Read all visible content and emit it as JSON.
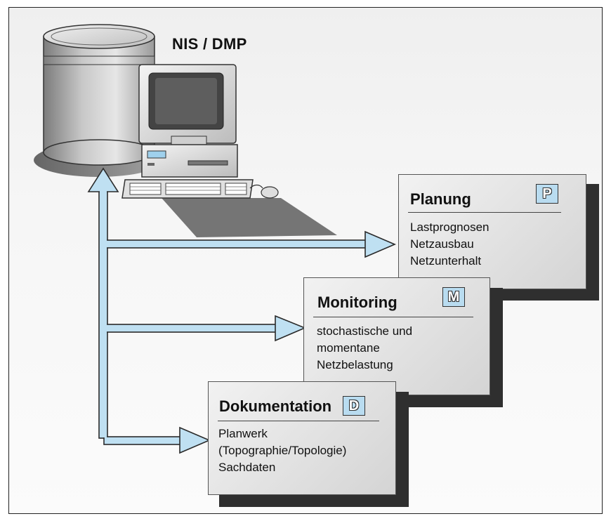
{
  "title": "NIS / DMP",
  "boxes": {
    "planung": {
      "title": "Planung",
      "badge": "P",
      "items": [
        "Lastprognosen",
        "Netzausbau",
        "Netzunterhalt"
      ]
    },
    "monitoring": {
      "title": "Monitoring",
      "badge": "M",
      "items": [
        "stochastische und",
        "momentane",
        "Netzbelastung"
      ]
    },
    "dokumentation": {
      "title": "Dokumentation",
      "badge": "D",
      "items": [
        "Planwerk",
        "(Topographie/Topologie)",
        "Sachdaten"
      ]
    }
  },
  "colors": {
    "arrow": "#bfe0f2",
    "arrow_outline": "#2a2a2a",
    "badge": "#b9dcf0",
    "shadow": "#2f2f2f"
  },
  "icons": [
    "database-cylinder-icon",
    "desktop-computer-icon",
    "keyboard-icon",
    "mouse-icon"
  ]
}
